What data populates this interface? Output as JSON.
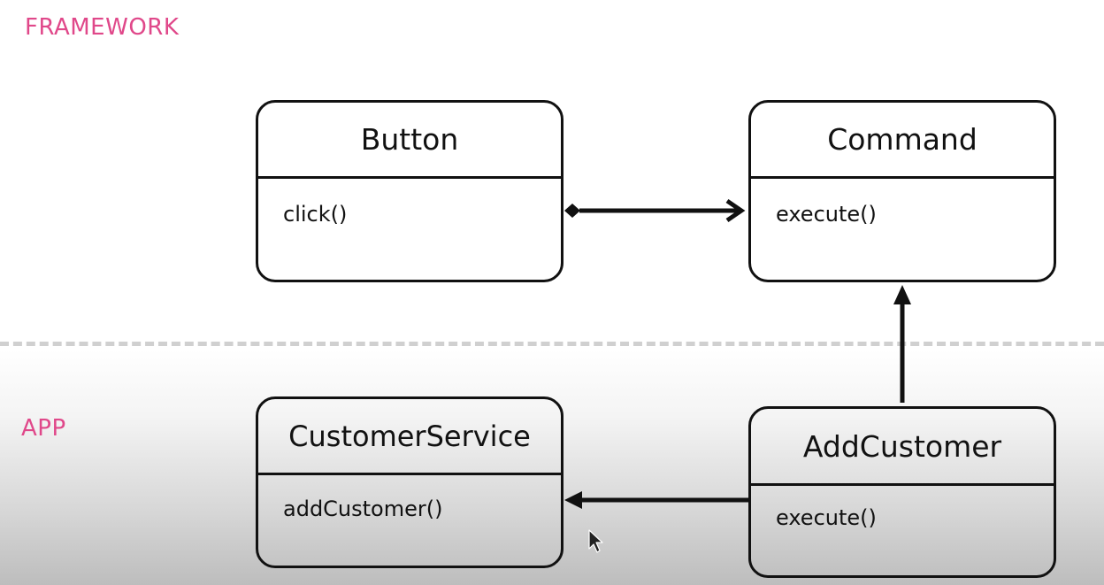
{
  "layers": {
    "framework": {
      "label": "FRAMEWORK",
      "color": "#e0488a"
    },
    "app": {
      "label": "APP",
      "color": "#e0488a"
    }
  },
  "classes": {
    "button": {
      "name": "Button",
      "method": "click()"
    },
    "command": {
      "name": "Command",
      "method": "execute()"
    },
    "customer_service": {
      "name": "CustomerService",
      "method": "addCustomer()"
    },
    "add_customer": {
      "name": "AddCustomer",
      "method": "execute()"
    }
  },
  "relations": [
    {
      "from": "Button",
      "to": "Command",
      "type": "composition"
    },
    {
      "from": "AddCustomer",
      "to": "Command",
      "type": "association"
    },
    {
      "from": "AddCustomer",
      "to": "CustomerService",
      "type": "association"
    }
  ],
  "icons": {
    "cursor": "mouse-pointer-icon"
  }
}
